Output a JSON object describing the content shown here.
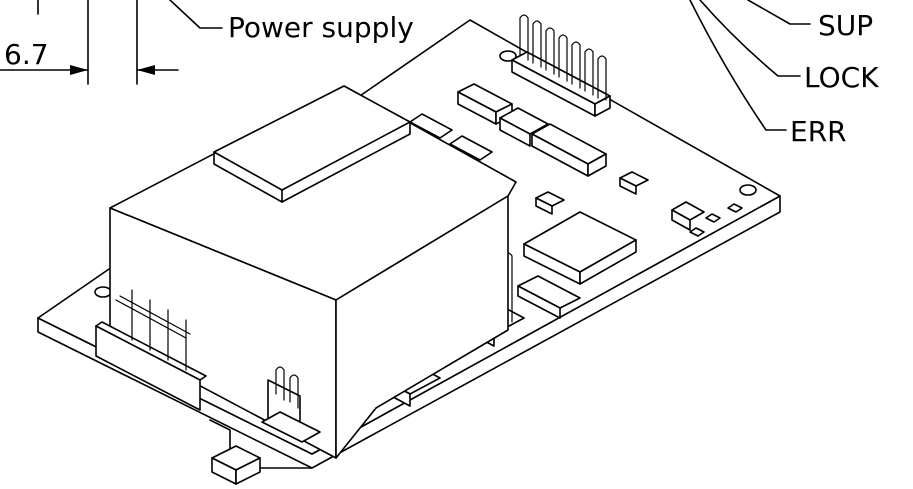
{
  "labels": {
    "power_supply": "Power supply",
    "sup": "SUP",
    "lock": "LOCK",
    "err": "ERR"
  },
  "dimension": {
    "value": "6.7"
  }
}
